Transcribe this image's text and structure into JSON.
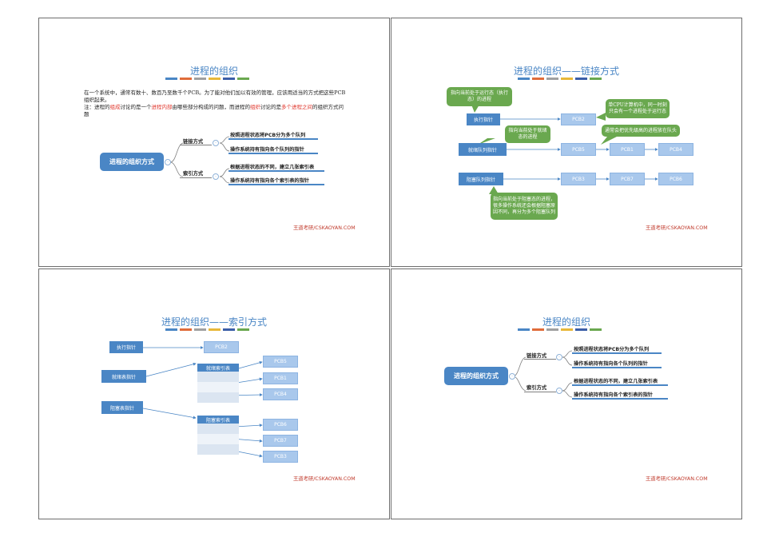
{
  "colors": {
    "accent": "#4a86c5",
    "callout": "#6aa84f",
    "pcb": "#a9c8ec",
    "red": "#e0382e",
    "footer": "#c0392b",
    "bar": [
      "#4a86c5",
      "#e06c3a",
      "#a0a0a0",
      "#e8b83a",
      "#3b5ea8",
      "#6aa84f"
    ]
  },
  "footer": "王道考研/CSKAOYAN.COM",
  "slide1": {
    "title": "进程的组织",
    "para1": "在一个系统中，通常有数十、数百乃至数千个PCB。为了能对他们加以有效的管理，应该用适当的方式把这些PCB组织起来。",
    "para2_a": "注：进程的",
    "para2_b": "组成",
    "para2_c": "讨论的是一个",
    "para2_d": "进程内部",
    "para2_e": "由哪些部分构成的问题，而进程的",
    "para2_f": "组织",
    "para2_g": "讨论的是",
    "para2_h": "多个进程之间",
    "para2_i": "的组织方式问题"
  },
  "mindmap": {
    "root": "进程的组织方式",
    "branch1": "链接方式",
    "branch2": "索引方式",
    "leaf1": "按照进程状态将PCB分为多个队列",
    "leaf2": "操作系统持有指向各个队列的指针",
    "leaf3": "根据进程状态的不同，建立几张索引表",
    "leaf4": "操作系统持有指向各个索引表的指针",
    "toggle": "-"
  },
  "slide2": {
    "title": "进程的组织——链接方式",
    "exec_ptr": "执行指针",
    "ready_ptr": "就绪队列指针",
    "block_ptr": "阻塞队列指针",
    "pcb_exec": "PCB2",
    "pcb_ready": [
      "PCB5",
      "PCB1",
      "PCB4"
    ],
    "pcb_block": [
      "PCB3",
      "PCB7",
      "PCB6"
    ],
    "callout_exec": "指向当前处于运行态（执行态）的进程",
    "callout_cpu": "单CPU计算机中，同一时刻只会有一个进程处于运行态",
    "callout_ready": "指向当前处于就绪态的进程",
    "callout_priority": "通常会把优先级高的进程放在队头",
    "callout_block": "指向当前处于阻塞态的进程，很多操作系统还会根据阻塞原因不同，再分为多个阻塞队列"
  },
  "slide3": {
    "title": "进程的组织——索引方式",
    "exec_ptr": "执行指针",
    "ready_tbl_ptr": "就绪表指针",
    "block_tbl_ptr": "阻塞表指针",
    "pcb_exec": "PCB2",
    "ready_table": "就绪索引表",
    "block_table": "阻塞索引表",
    "pcb_ready": [
      "PCB5",
      "PCB1",
      "PCB4"
    ],
    "pcb_block": [
      "PCB6",
      "PCB7",
      "PCB3"
    ]
  },
  "slide4": {
    "title": "进程的组织"
  }
}
